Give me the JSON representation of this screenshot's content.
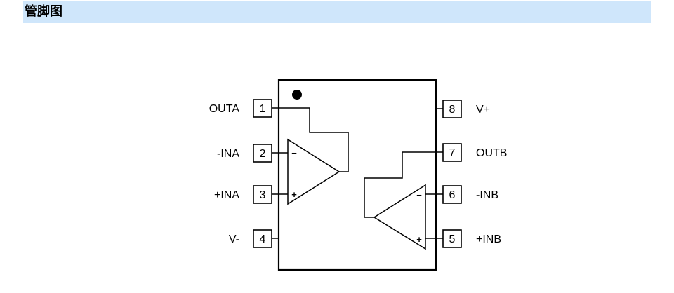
{
  "header": {
    "title": "管脚图"
  },
  "pins": {
    "p1": {
      "number": "1",
      "name": "OUTA"
    },
    "p2": {
      "number": "2",
      "name": "-INA"
    },
    "p3": {
      "number": "3",
      "name": "+INA"
    },
    "p4": {
      "number": "4",
      "name": "V-"
    },
    "p5": {
      "number": "5",
      "name": "+INB"
    },
    "p6": {
      "number": "6",
      "name": "-INB"
    },
    "p7": {
      "number": "7",
      "name": "OUTB"
    },
    "p8": {
      "number": "8",
      "name": "V+"
    }
  },
  "amp_a": {
    "minus": "−",
    "plus": "+"
  },
  "amp_b": {
    "minus": "−",
    "plus": "+"
  }
}
